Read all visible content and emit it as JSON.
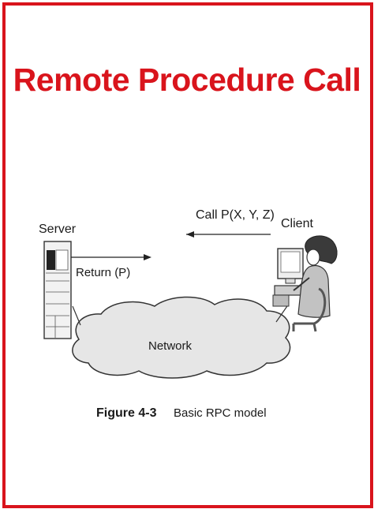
{
  "title": "Remote Procedure Call",
  "colors": {
    "accent_red": "#d9141c",
    "cloud_fill": "#e6e6e6",
    "stroke": "#333333"
  },
  "labels": {
    "server": "Server",
    "client": "Client",
    "call": "Call P(X, Y, Z)",
    "return": "Return (P)",
    "network": "Network"
  },
  "caption": {
    "figure": "Figure 4-3",
    "text": "Basic RPC model"
  },
  "icons": {
    "server": "server-tower-icon",
    "client": "person-at-computer-icon",
    "network": "cloud-icon"
  }
}
